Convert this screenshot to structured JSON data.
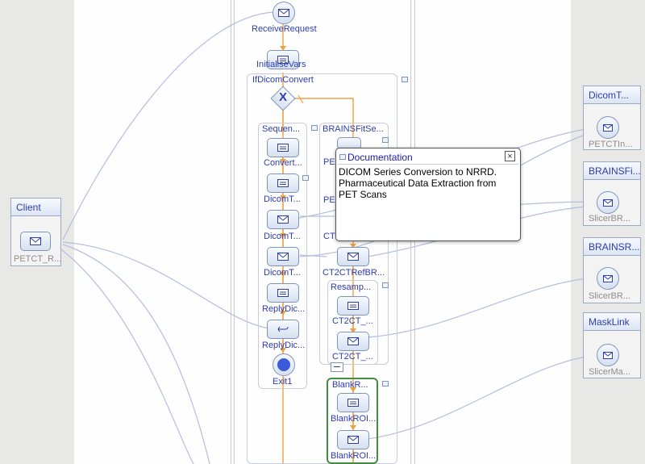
{
  "partners": {
    "client": {
      "title": "Client",
      "link_label": "PETCT_R..."
    },
    "dicom": {
      "title": "DicomT...",
      "link_label": "PETCTIn..."
    },
    "brainsfit": {
      "title": "BRAINSFi...",
      "link_label": "SlicerBR..."
    },
    "brainsr": {
      "title": "BRAINSR...",
      "link_label": "SlicerBR..."
    },
    "masklink": {
      "title": "MaskLink",
      "link_label": "SlicerMa..."
    }
  },
  "activities": {
    "receive_request": "ReceiveRequest",
    "initialise_vars": "InitialiseVars",
    "if_dicom_convert": "IfDicomConvert",
    "sequence": "Sequen...",
    "convert": "Convert...",
    "dicom_t1": "DicomT...",
    "dicom_t2": "DicomT...",
    "dicom_t3": "DicomT...",
    "reply_dic1": "ReplyDic...",
    "reply_dic2": "ReplyDic...",
    "exit1": "Exit1",
    "brainsfit_seq": "BRAINSFitSe...",
    "pe1": "PE",
    "pe2": "PE",
    "ct2": "CT",
    "ct2ct_ref": "CT2CTRefBR...",
    "resamp": "Resamp...",
    "ct2ct_1": "CT2CT_...",
    "ct2ct_2": "CT2CT_...",
    "blank_r": "BlankR...",
    "blank_roi1": "BlankROI...",
    "blank_roi2": "BlankROI..."
  },
  "popup": {
    "title": "Documentation",
    "close": "×",
    "text": "DICOM Series Conversion to NRRD. Pharmaceutical Data Extraction from PET Scans"
  },
  "colors": {
    "flow": "#f0a040",
    "link": "#b5bde0",
    "accent": "#2d3db0",
    "scope_green": "#3f8f3f"
  },
  "icons": [
    "envelope-icon",
    "assign-icon",
    "gateway-x-icon",
    "reply-icon",
    "exit-icon",
    "documentation-icon",
    "close-icon",
    "collapse-icon"
  ]
}
